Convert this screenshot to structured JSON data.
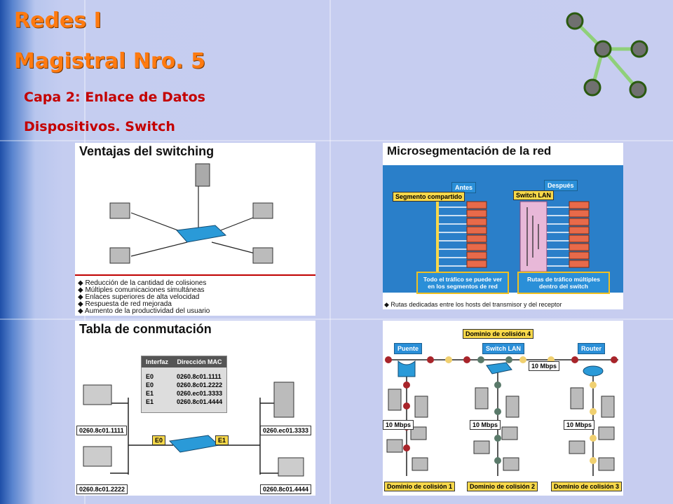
{
  "slide": {
    "title": "Redes I",
    "subtitle": "Magistral Nro. 5",
    "line1": "Capa 2: Enlace de Datos",
    "line2": "Dispositivos. Switch"
  },
  "panel_ventajas": {
    "title": "Ventajas del switching",
    "bullets": [
      "Reducción de la cantidad de colisiones",
      "Múltiples comunicaciones simultáneas",
      "Enlaces superiores de alta velocidad",
      "Respuesta de red mejorada",
      "Aumento de la productividad del usuario"
    ]
  },
  "panel_micro": {
    "title": "Microsegmentación de la red",
    "antes": "Antes",
    "despues": "Después",
    "segmento": "Segmento compartido",
    "switch_lan": "Switch LAN",
    "box_left": "Todo el tráfico se puede ver en los segmentos de red",
    "box_right": "Rutas de tráfico múltiples dentro del switch",
    "footer": "Rutas dedicadas entre los hosts del transmisor y del receptor"
  },
  "panel_tabla": {
    "title": "Tabla de conmutación",
    "headers": [
      "Interfaz",
      "Dirección MAC"
    ],
    "rows": [
      [
        "E0",
        "0260.8c01.1111"
      ],
      [
        "E0",
        "0260.8c01.2222"
      ],
      [
        "E1",
        "0260.ec01.3333"
      ],
      [
        "E1",
        "0260.8c01.4444"
      ]
    ],
    "mac_tl": "0260.8c01.1111",
    "mac_bl": "0260.8c01.2222",
    "mac_tr": "0260.ec01.3333",
    "mac_br": "0260.8c01.4444",
    "e0": "E0",
    "e1": "E1"
  },
  "panel_dominio": {
    "dominio4": "Dominio de colisión 4",
    "puente": "Puente",
    "switch_lan": "Switch LAN",
    "router": "Router",
    "mbps_center": "10 Mbps",
    "mbps1": "10 Mbps",
    "mbps2": "10 Mbps",
    "mbps3": "10 Mbps",
    "dom1": "Dominio de colisión 1",
    "dom2": "Dominio de colisión 2",
    "dom3": "Dominio de colisión 3"
  },
  "colors": {
    "title": "#ff7a10",
    "subtitle": "#c40000"
  }
}
